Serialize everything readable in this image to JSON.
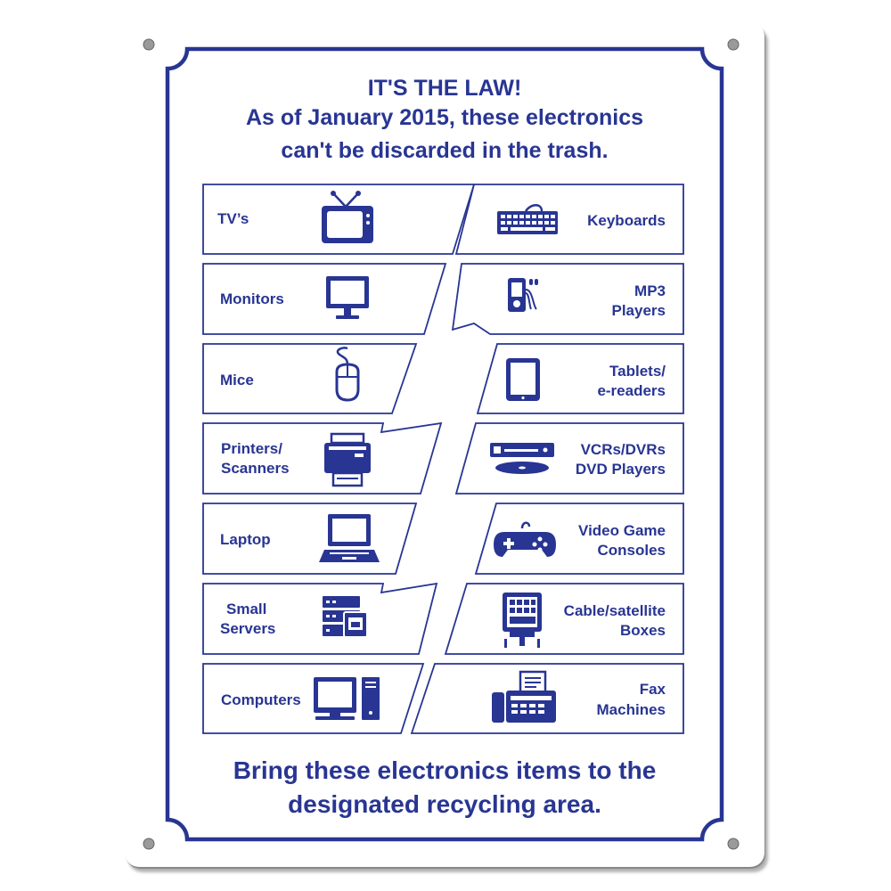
{
  "sign": {
    "title_line1": "IT'S THE LAW!",
    "title_line2": "As of January 2015, these electronics",
    "title_line3": "can't be discarded in the trash.",
    "footer_line1": "Bring these electronics items to the",
    "footer_line2": "designated recycling area.",
    "colors": {
      "primary": "#283593",
      "background": "#ffffff"
    }
  },
  "left_items": [
    {
      "lines": [
        "TV’s"
      ],
      "icon": "tv-icon"
    },
    {
      "lines": [
        "Monitors"
      ],
      "icon": "monitor-icon"
    },
    {
      "lines": [
        "Mice"
      ],
      "icon": "mouse-icon"
    },
    {
      "lines": [
        "Printers/",
        "Scanners"
      ],
      "icon": "printer-icon"
    },
    {
      "lines": [
        "Laptop"
      ],
      "icon": "laptop-icon"
    },
    {
      "lines": [
        "Small",
        "Servers"
      ],
      "icon": "server-icon"
    },
    {
      "lines": [
        "Computers"
      ],
      "icon": "computer-icon"
    }
  ],
  "right_items": [
    {
      "lines": [
        "Keyboards"
      ],
      "icon": "keyboard-icon"
    },
    {
      "lines": [
        "MP3",
        "Players"
      ],
      "icon": "mp3-player-icon"
    },
    {
      "lines": [
        "Tablets/",
        "e-readers"
      ],
      "icon": "tablet-icon"
    },
    {
      "lines": [
        "VCRs/DVRs",
        "DVD Players"
      ],
      "icon": "dvd-player-icon"
    },
    {
      "lines": [
        "Video Game",
        "Consoles"
      ],
      "icon": "game-controller-icon"
    },
    {
      "lines": [
        "Cable/satellite",
        "Boxes"
      ],
      "icon": "cable-box-icon"
    },
    {
      "lines": [
        "Fax",
        "Machines"
      ],
      "icon": "fax-machine-icon"
    }
  ]
}
